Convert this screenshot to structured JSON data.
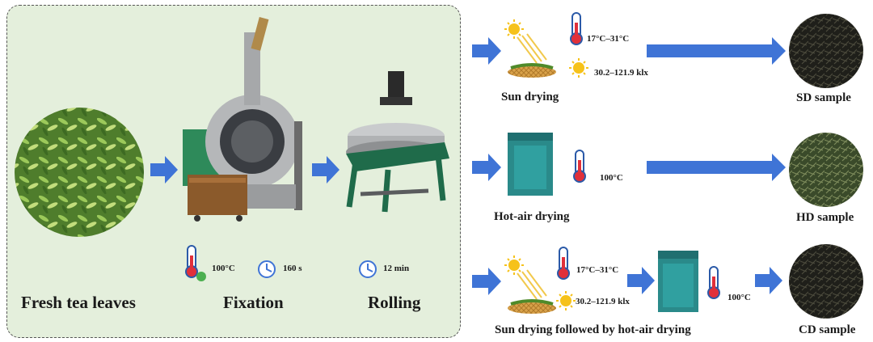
{
  "processing": {
    "steps": [
      {
        "label": "Fresh tea leaves"
      },
      {
        "label": "Fixation"
      },
      {
        "label": "Rolling"
      }
    ],
    "fixation_temp": "100°C",
    "fixation_time": "160 s",
    "rolling_time": "12 min"
  },
  "drying": {
    "sun": {
      "label": "Sun drying",
      "temp": "17°C–31°C",
      "light": "30.2–121.9 klx",
      "sample": "SD sample"
    },
    "hotair": {
      "label": "Hot-air drying",
      "temp": "100°C",
      "sample": "HD sample"
    },
    "combined": {
      "label": "Sun drying  followed by hot-air drying",
      "temp": "17°C–31°C",
      "light": "30.2–121.9 klx",
      "temp2": "100°C",
      "sample": "CD sample"
    }
  },
  "colors": {
    "arrow": "#3f74d6",
    "panel": "#e4efdc",
    "machine": "#2a8a8a",
    "thermo": "#e0303a"
  }
}
